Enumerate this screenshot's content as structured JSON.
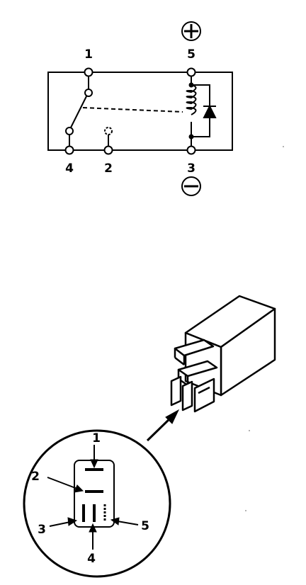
{
  "schematic": {
    "terminals": {
      "t1": "1",
      "t5": "5",
      "t4": "4",
      "t2": "2",
      "t3": "3"
    },
    "symbols": {
      "positive": "plus-circle-icon",
      "negative": "minus-circle-icon"
    }
  },
  "connector_view": {
    "pins": {
      "p1": "1",
      "p2": "2",
      "p3": "3",
      "p4": "4",
      "p5": "5"
    }
  },
  "colors": {
    "ink": "#000000",
    "paper": "#ffffff"
  }
}
